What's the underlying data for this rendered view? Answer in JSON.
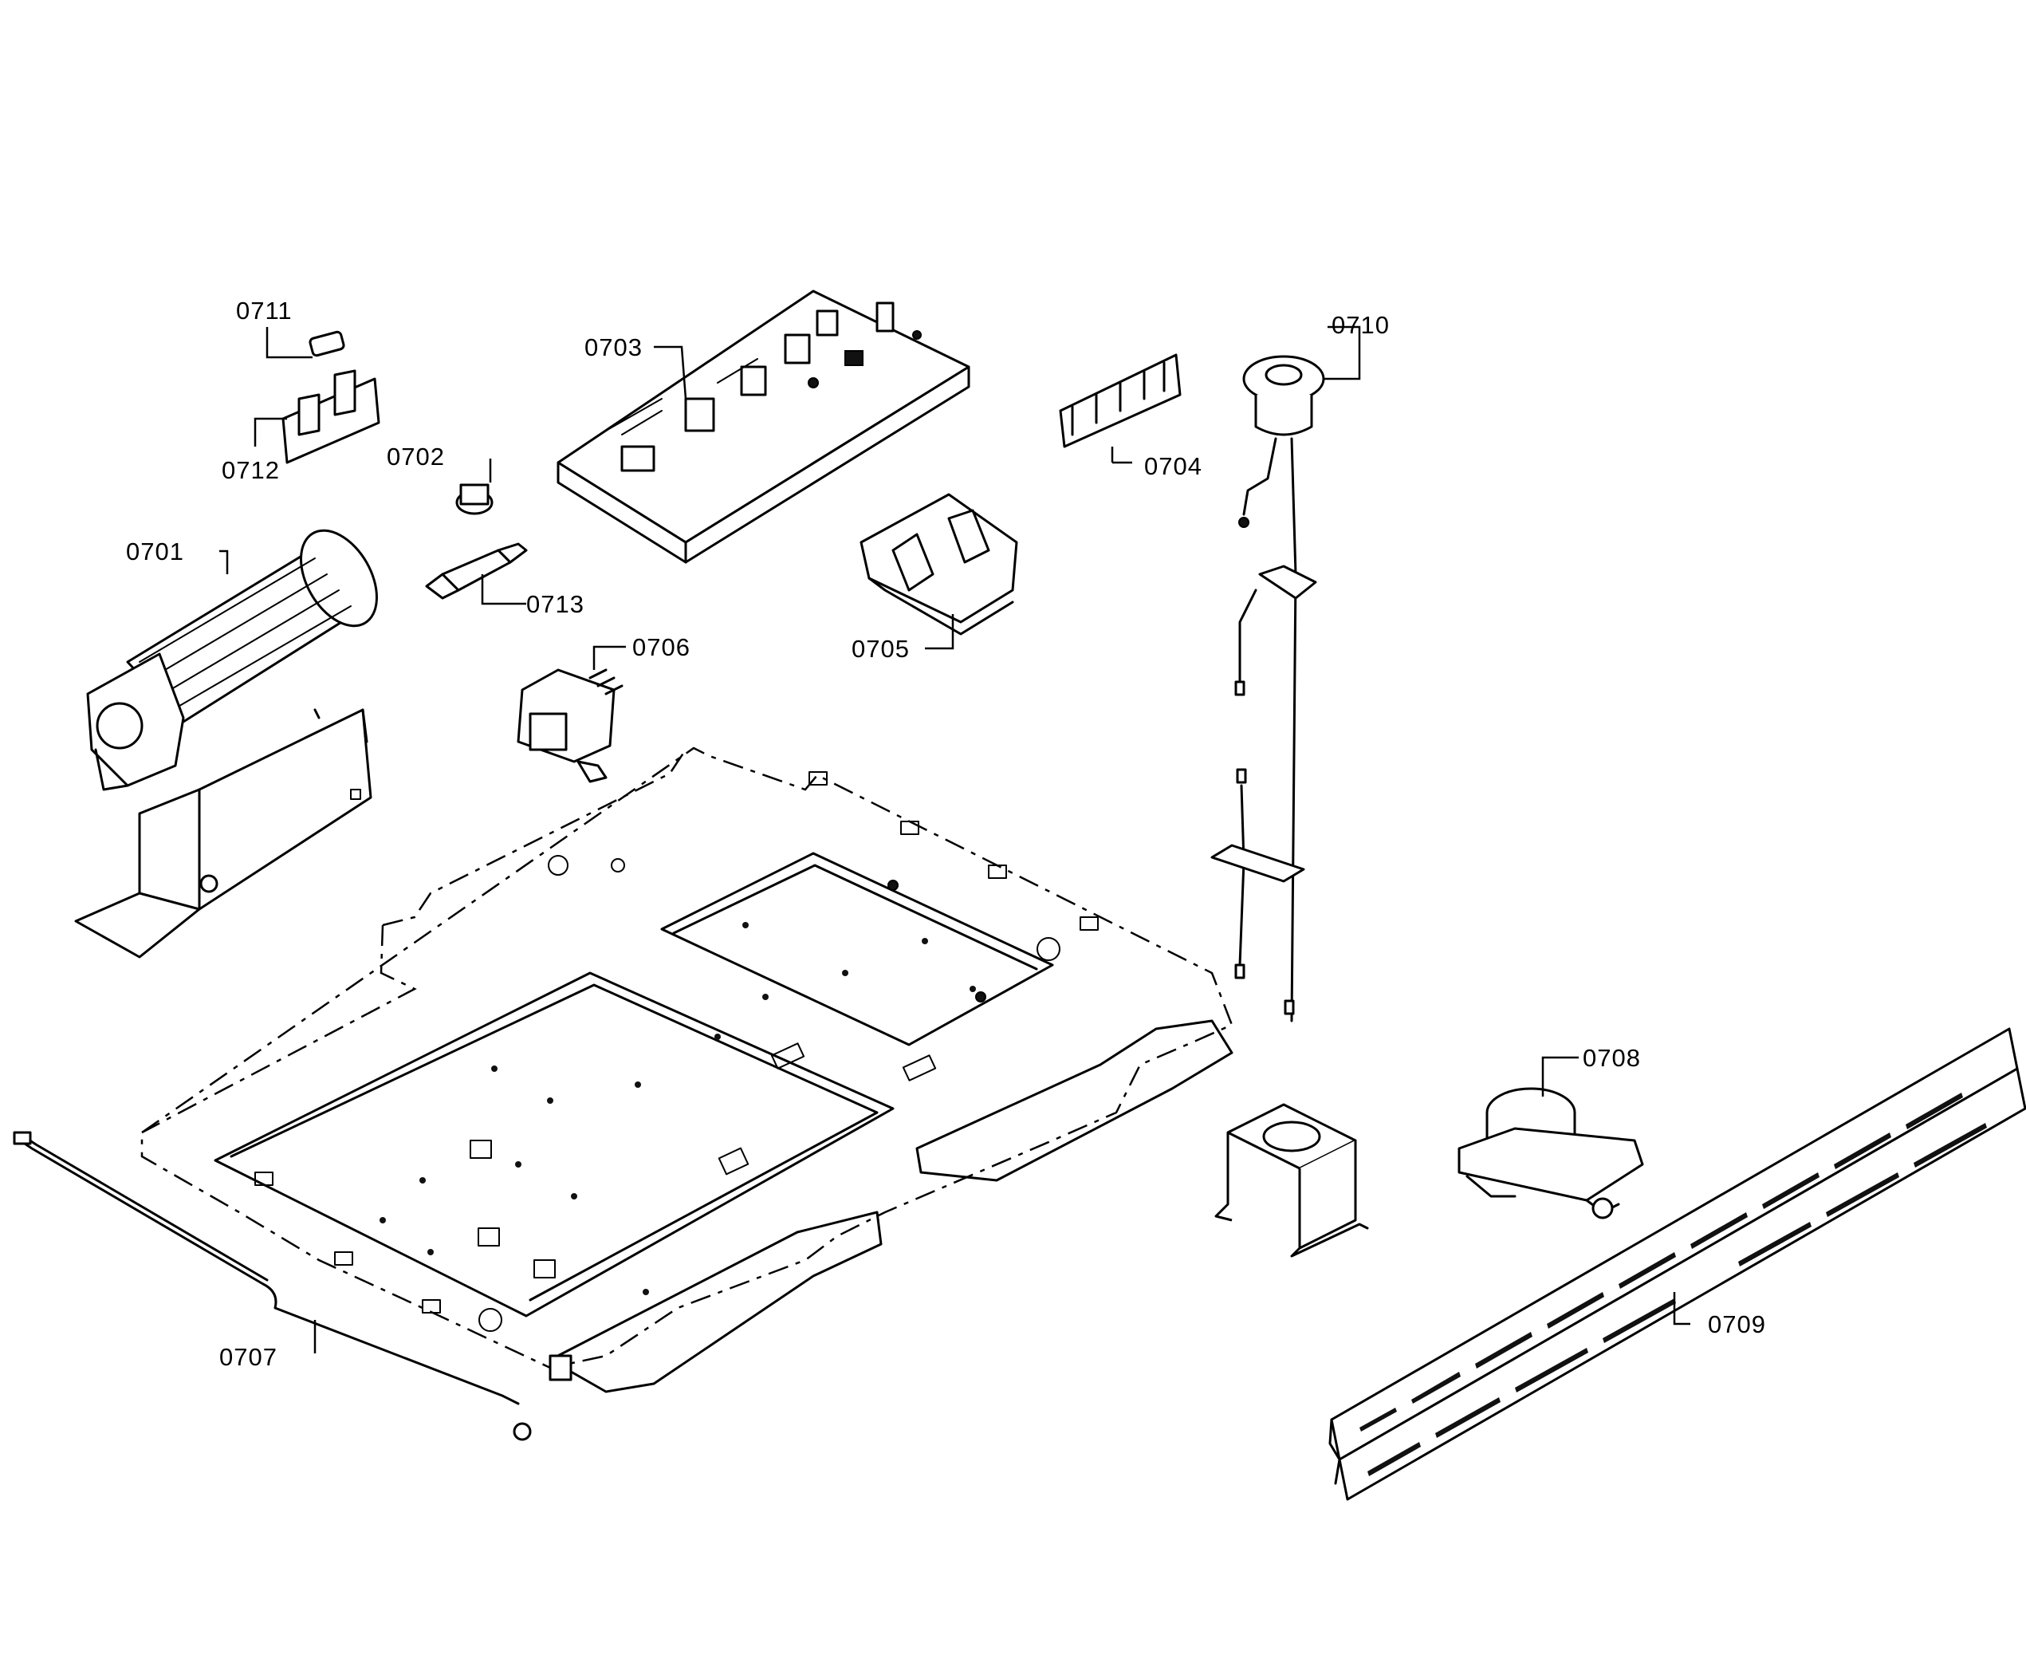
{
  "callouts": [
    {
      "id": "0701",
      "label": "0701"
    },
    {
      "id": "0702",
      "label": "0702"
    },
    {
      "id": "0703",
      "label": "0703"
    },
    {
      "id": "0704",
      "label": "0704"
    },
    {
      "id": "0705",
      "label": "0705"
    },
    {
      "id": "0706",
      "label": "0706"
    },
    {
      "id": "0707",
      "label": "0707"
    },
    {
      "id": "0708",
      "label": "0708"
    },
    {
      "id": "0709",
      "label": "0709"
    },
    {
      "id": "0710",
      "label": "0710"
    },
    {
      "id": "0711",
      "label": "0711"
    },
    {
      "id": "0712",
      "label": "0712"
    },
    {
      "id": "0713",
      "label": "0713"
    }
  ]
}
